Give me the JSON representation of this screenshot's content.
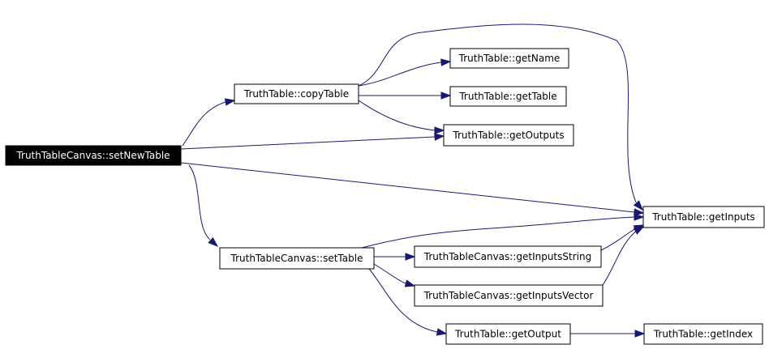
{
  "graph": {
    "colors": {
      "edge": "#191970",
      "root_fill": "#000000",
      "root_text": "#ffffff"
    },
    "nodes": {
      "setNewTable": {
        "label": "TruthTableCanvas::setNewTable",
        "root": true
      },
      "copyTable": {
        "label": "TruthTable::copyTable"
      },
      "getName": {
        "label": "TruthTable::getName"
      },
      "getTable": {
        "label": "TruthTable::getTable"
      },
      "getOutputs": {
        "label": "TruthTable::getOutputs"
      },
      "getInputs": {
        "label": "TruthTable::getInputs"
      },
      "setTable": {
        "label": "TruthTableCanvas::setTable"
      },
      "getInputsString": {
        "label": "TruthTableCanvas::getInputsString"
      },
      "getInputsVector": {
        "label": "TruthTableCanvas::getInputsVector"
      },
      "getOutput": {
        "label": "TruthTable::getOutput"
      },
      "getIndex": {
        "label": "TruthTable::getIndex"
      }
    },
    "edges": [
      {
        "from": "setNewTable",
        "to": "copyTable"
      },
      {
        "from": "setNewTable",
        "to": "getOutputs"
      },
      {
        "from": "setNewTable",
        "to": "getInputs"
      },
      {
        "from": "setNewTable",
        "to": "setTable"
      },
      {
        "from": "copyTable",
        "to": "getName"
      },
      {
        "from": "copyTable",
        "to": "getTable"
      },
      {
        "from": "copyTable",
        "to": "getOutputs"
      },
      {
        "from": "copyTable",
        "to": "getInputs"
      },
      {
        "from": "setTable",
        "to": "getInputs"
      },
      {
        "from": "setTable",
        "to": "getInputsString"
      },
      {
        "from": "setTable",
        "to": "getInputsVector"
      },
      {
        "from": "setTable",
        "to": "getOutput"
      },
      {
        "from": "getInputsString",
        "to": "getInputs"
      },
      {
        "from": "getInputsVector",
        "to": "getInputs"
      },
      {
        "from": "getOutput",
        "to": "getIndex"
      }
    ]
  }
}
